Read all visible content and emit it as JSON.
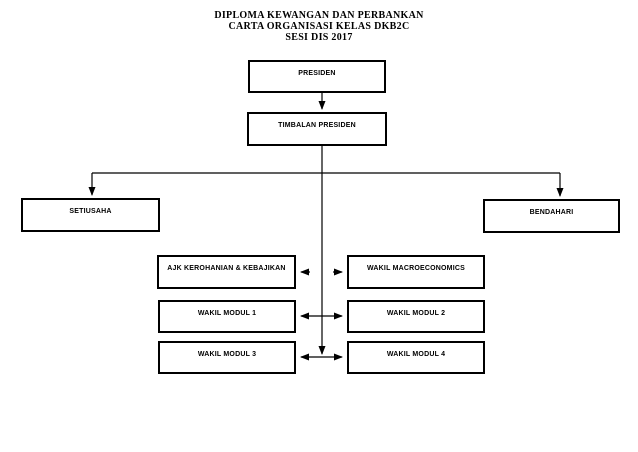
{
  "title": {
    "line1": "DIPLOMA KEWANGAN DAN PERBANKAN",
    "line2": "CARTA ORGANISASI KELAS DKB2C",
    "line3": "SESI DIS 2017"
  },
  "nodes": {
    "presiden": "PRESIDEN",
    "timbalan_presiden": "TIMBALAN PRESIDEN",
    "setiusaha": "SETIUSAHA",
    "bendahari": "BENDAHARI",
    "ajk_kerohanian": "AJK KEROHANIAN & KEBAJIKAN",
    "wakil_macroeconomics": "WAKIL MACROECONOMICS",
    "wakil_modul_1": "WAKIL MODUL 1",
    "wakil_modul_2": "WAKIL MODUL 2",
    "wakil_modul_3": "WAKIL MODUL 3",
    "wakil_modul_4": "WAKIL MODUL 4"
  },
  "colors": {
    "background": "#ffffff",
    "line": "#000000",
    "box_border": "#000000",
    "text": "#000000"
  }
}
